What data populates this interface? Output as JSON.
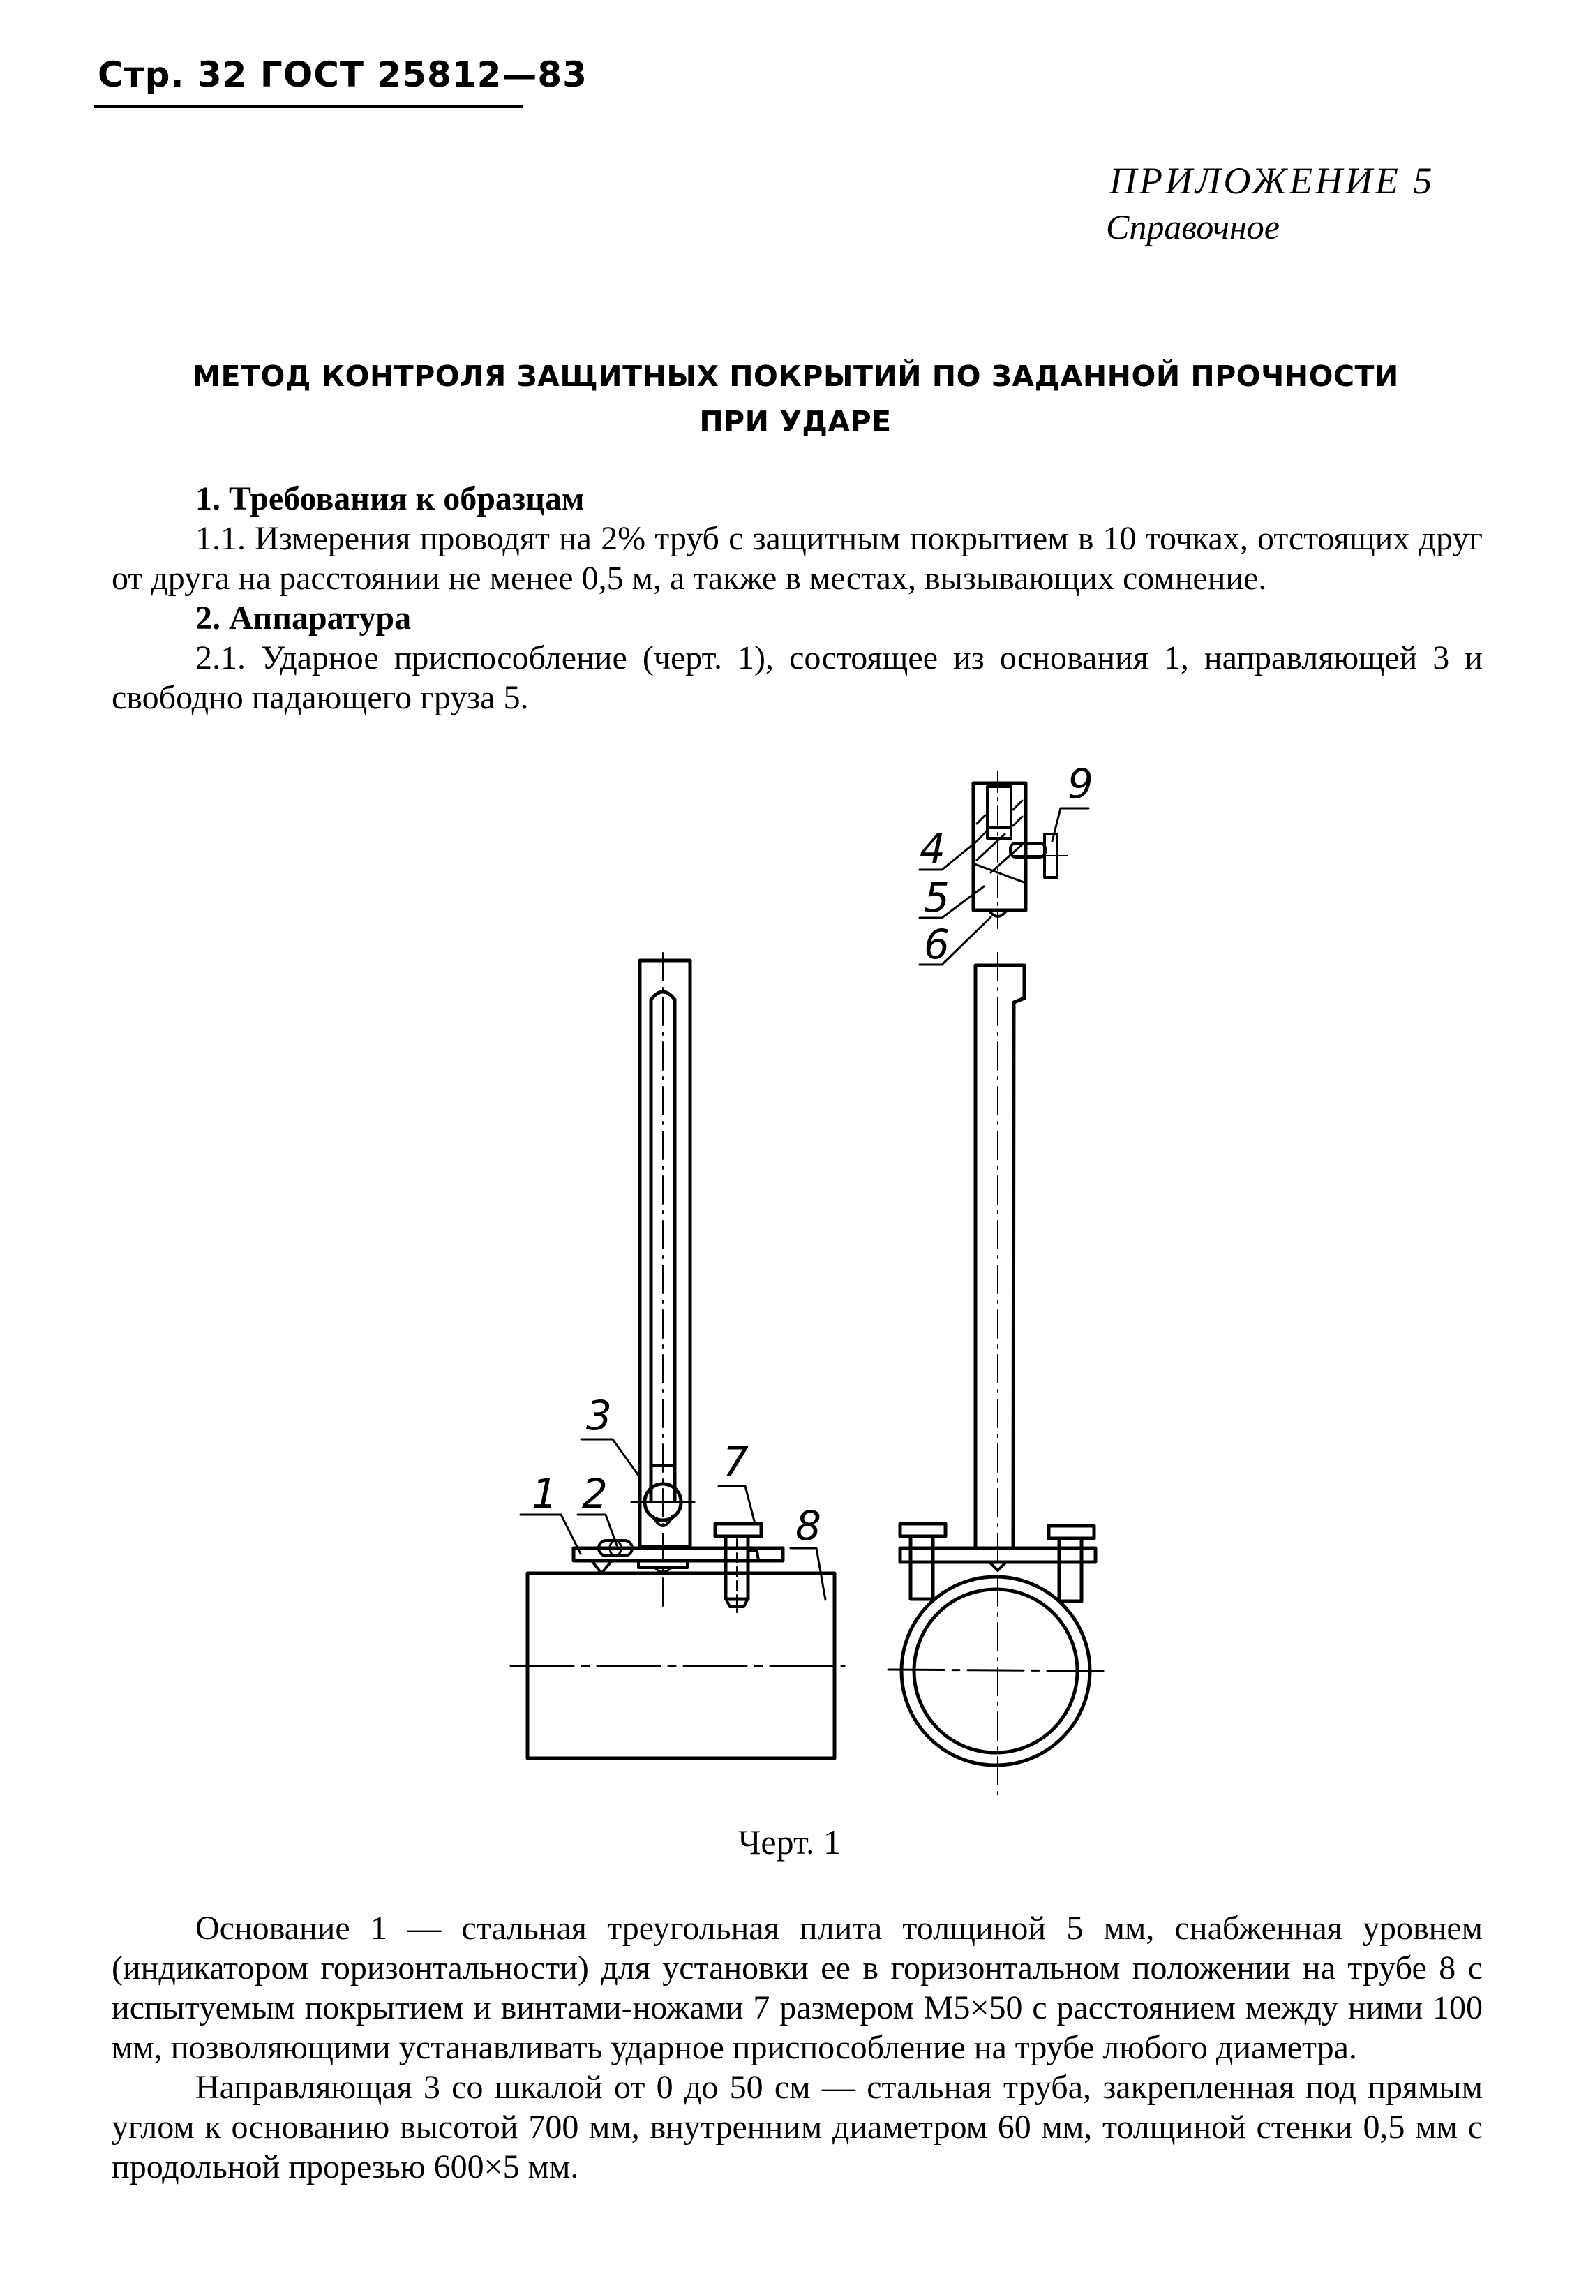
{
  "header": {
    "page_ref": "Стр. 32 ГОСТ 25812—83"
  },
  "appendix": {
    "title": "ПРИЛОЖЕНИЕ 5",
    "subtitle": "Справочное"
  },
  "doc_title": {
    "line1": "МЕТОД КОНТРОЛЯ ЗАЩИТНЫХ ПОКРЫТИЙ ПО ЗАДАННОЙ ПРОЧНОСТИ",
    "line2": "ПРИ УДАРЕ"
  },
  "sections": [
    {
      "heading": "1. Требования к образцам",
      "paragraphs": [
        "1.1. Измерения проводят на 2% труб с защитным покрытием в 10 точках, отстоящих друг от друга на расстоянии не менее 0,5 м, а также в местах, вызывающих сомнение."
      ]
    },
    {
      "heading": "2. Аппаратура",
      "paragraphs": [
        "2.1. Ударное приспособление (черт. 1), состоящее из основания 1, направляющей 3 и свободно падающего груза 5."
      ]
    }
  ],
  "figure": {
    "caption": "Черт. 1",
    "labels": [
      "1",
      "2",
      "3",
      "4",
      "5",
      "6",
      "7",
      "8",
      "9"
    ]
  },
  "description": [
    "Основание 1 — стальная треугольная плита толщиной 5 мм, снабженная уровнем (индикатором горизонтальности) для установки ее в горизонтальном положении на трубе 8 с испытуемым покрытием и винтами-ножами 7 размером М5×50 с расстоянием между ними 100 мм, позволяющими устанавливать ударное приспособление на трубе любого диаметра.",
    "Направляющая 3 со шкалой от 0 до 50 см — стальная труба, закрепленная под прямым углом к основанию высотой 700 мм, внутренним диаметром 60 мм, толщиной стенки 0,5 мм с продольной прорезью 600×5 мм."
  ]
}
